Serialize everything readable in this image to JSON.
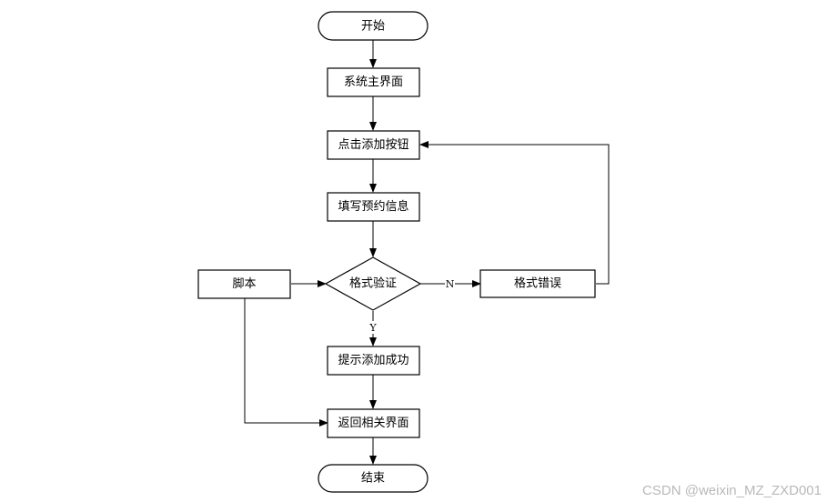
{
  "flowchart": {
    "nodes": {
      "start": "开始",
      "main_ui": "系统主界面",
      "click_add": "点击添加按钮",
      "fill_info": "填写预约信息",
      "format_check": "格式验证",
      "format_error": "格式错误",
      "script": "脚本",
      "add_success": "提示添加成功",
      "return_ui": "返回相关界面",
      "end": "结束"
    },
    "edge_labels": {
      "no": "N",
      "yes": "Y"
    }
  },
  "watermark": "CSDN @weixin_MZ_ZXD001"
}
